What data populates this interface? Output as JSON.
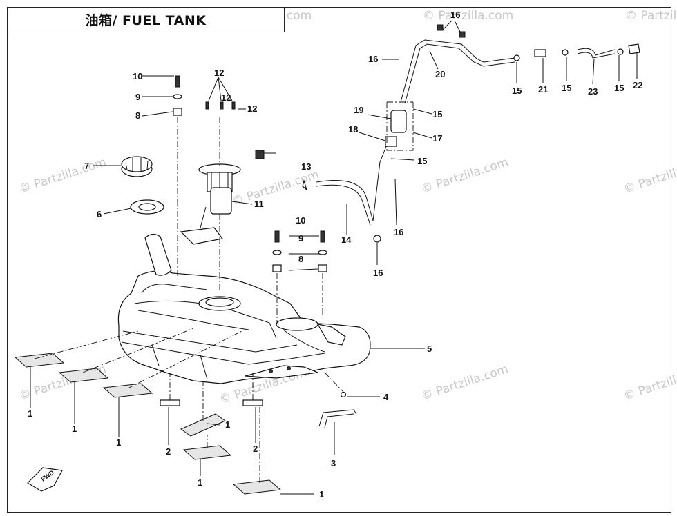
{
  "title": "油箱/ FUEL TANK",
  "watermark": "© Partzilla.com",
  "fwd_label": "FWD",
  "callouts": {
    "c1a": "1",
    "c1b": "1",
    "c1c": "1",
    "c1d": "1",
    "c1e": "1",
    "c1f": "1",
    "c2a": "2",
    "c2b": "2",
    "c3": "3",
    "c4": "4",
    "c5": "5",
    "c6": "6",
    "c7": "7",
    "c8a": "8",
    "c8b": "8",
    "c9a": "9",
    "c9b": "9",
    "c10a": "10",
    "c10b": "10",
    "c11": "11",
    "c12a": "12",
    "c12b": "12",
    "c12c": "12",
    "c13": "13",
    "c14": "14",
    "c15a": "15",
    "c15b": "15",
    "c15c": "15",
    "c15d": "15",
    "c15e": "15",
    "c16a": "16",
    "c16b": "16",
    "c16c": "16",
    "c16d": "16",
    "c17": "17",
    "c18": "18",
    "c19": "19",
    "c20": "20",
    "c21": "21",
    "c22": "22",
    "c23": "23"
  }
}
